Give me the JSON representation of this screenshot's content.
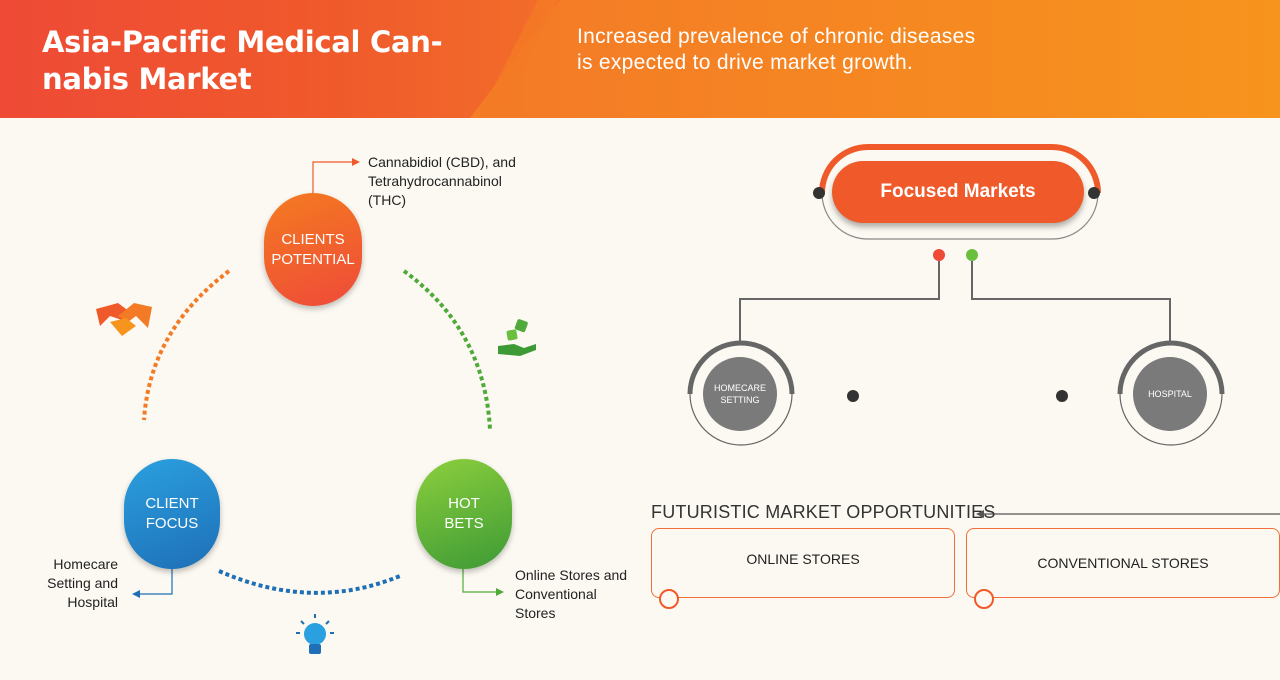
{
  "header": {
    "title": "Asia-Pacific Medical Can-nabis Market",
    "title_line1": "Asia-Pacific Medical Can-",
    "title_line2": "nabis Market",
    "subtitle_line1": "Increased prevalence of chronic diseases",
    "subtitle_line2": "is expected to drive market growth."
  },
  "cycle": {
    "clients_potential": {
      "line1": "CLIENTS",
      "line2": "POTENTIAL",
      "detail": [
        "Cannabidiol (CBD), and",
        "Tetrahydrocannabinol",
        "(THC)"
      ]
    },
    "client_focus": {
      "line1": "CLIENT",
      "line2": "FOCUS",
      "detail": [
        "Homecare",
        "Setting and",
        "Hospital"
      ]
    },
    "hot_bets": {
      "line1": "HOT",
      "line2": "BETS",
      "detail": [
        "Online Stores and",
        "Conventional",
        "Stores"
      ]
    }
  },
  "focused_markets": {
    "title": "Focused Markets",
    "items": [
      {
        "line1": "HOMECARE",
        "line2": "SETTING"
      },
      {
        "line1": "HOSPITAL",
        "line2": ""
      }
    ]
  },
  "futuristic": {
    "title": "FUTURISTIC MARKET OPPORTUNITIES",
    "boxes": [
      "ONLINE STORES",
      "CONVENTIONAL STORES"
    ]
  },
  "colors": {
    "orange": "#f05a2b",
    "blue": "#1f6fb6",
    "green": "#3d9a35",
    "gray": "#7a7a7a"
  },
  "icons": [
    "handshake-icon",
    "dice-hand-icon",
    "lightbulb-icon"
  ]
}
